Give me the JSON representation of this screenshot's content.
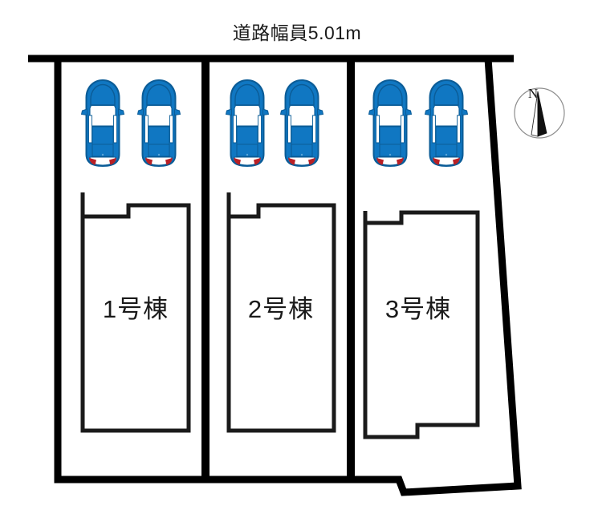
{
  "diagram": {
    "type": "site-plan",
    "title": "道路幅員5.01m",
    "road_label": "道路幅員5.01m",
    "background_color": "#ffffff",
    "line_color": "#000000",
    "car_color": "#1077c2",
    "car_color_dark": "#0b5c97",
    "car_window_color": "#ffffff",
    "car_taillight_color": "#b92025"
  },
  "compass": {
    "label": "N",
    "name": "north-arrow",
    "direction": "north-up"
  },
  "lots": [
    {
      "id": "lot-1",
      "label": "1号棟",
      "parking_spaces": 2,
      "cars": [
        "car-1a",
        "car-1b"
      ]
    },
    {
      "id": "lot-2",
      "label": "2号棟",
      "parking_spaces": 2,
      "cars": [
        "car-2a",
        "car-2b"
      ]
    },
    {
      "id": "lot-3",
      "label": "3号棟",
      "parking_spaces": 2,
      "cars": [
        "car-3a",
        "car-3b"
      ]
    }
  ],
  "road": {
    "position": "north",
    "width_text": "5.01m",
    "width_value": 5.01,
    "unit": "m"
  },
  "icons": {
    "car": "car-top-view-icon",
    "compass": "compass-north-icon"
  }
}
